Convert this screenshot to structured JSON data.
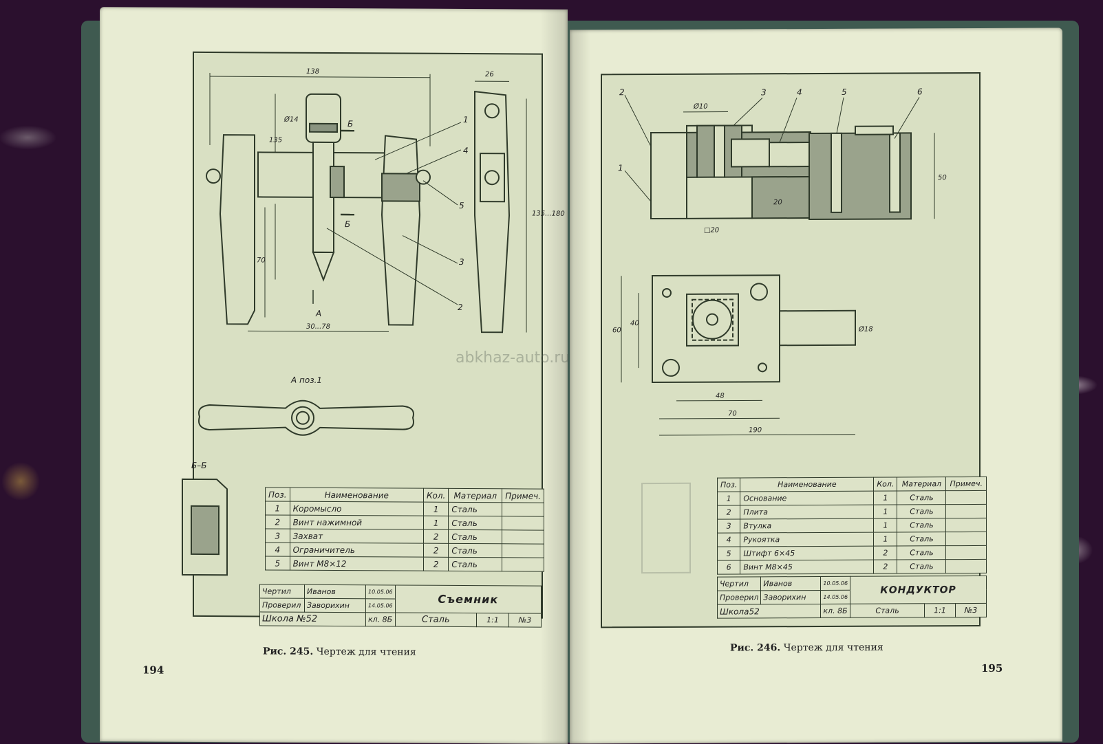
{
  "watermark": "abkhaz-auto.ru",
  "left_page": {
    "page_number": "194",
    "caption_prefix": "Рис. 245.",
    "caption_text": "Чертеж для чтения",
    "drawing": {
      "dims": [
        "138",
        "26",
        "Ø14",
        "135",
        "70",
        "30...78",
        "135...180"
      ],
      "callouts": [
        "1",
        "2",
        "3",
        "4",
        "5"
      ],
      "section_marks": [
        "Б",
        "Б",
        "А"
      ],
      "view_labels": [
        "А поз.1",
        "Б–Б"
      ]
    },
    "spec_header": [
      "Поз.",
      "Наименование",
      "Кол.",
      "Материал",
      "Примеч."
    ],
    "spec_rows": [
      [
        "1",
        "Коромысло",
        "1",
        "Сталь",
        ""
      ],
      [
        "2",
        "Винт нажимной",
        "1",
        "Сталь",
        ""
      ],
      [
        "3",
        "Захват",
        "2",
        "Сталь",
        ""
      ],
      [
        "4",
        "Ограничитель",
        "2",
        "Сталь",
        ""
      ],
      [
        "5",
        "Винт М8×12",
        "2",
        "Сталь",
        ""
      ]
    ],
    "title_block": {
      "drew_label": "Чертил",
      "drew_name": "Иванов",
      "drew_date": "10.05.06",
      "checked_label": "Проверил",
      "checked_name": "Заворихин",
      "checked_date": "14.05.06",
      "title": "Съемник",
      "school": "Школа №52",
      "grade": "кл. 8Б",
      "material": "Сталь",
      "scale": "1:1",
      "number": "№3"
    }
  },
  "right_page": {
    "page_number": "195",
    "caption_prefix": "Рис. 246.",
    "caption_text": "Чертеж для чтения",
    "drawing": {
      "dims": [
        "Ø10",
        "20",
        "□20",
        "50",
        "60",
        "40",
        "Ø18",
        "48",
        "70",
        "190"
      ],
      "callouts": [
        "1",
        "2",
        "3",
        "4",
        "5",
        "6"
      ]
    },
    "spec_header": [
      "Поз.",
      "Наименование",
      "Кол.",
      "Материал",
      "Примеч."
    ],
    "spec_rows": [
      [
        "1",
        "Основание",
        "1",
        "Сталь",
        ""
      ],
      [
        "2",
        "Плита",
        "1",
        "Сталь",
        ""
      ],
      [
        "3",
        "Втулка",
        "1",
        "Сталь",
        ""
      ],
      [
        "4",
        "Рукоятка",
        "1",
        "Сталь",
        ""
      ],
      [
        "5",
        "Штифт 6×45",
        "2",
        "Сталь",
        ""
      ],
      [
        "6",
        "Винт М8×45",
        "2",
        "Сталь",
        ""
      ]
    ],
    "title_block": {
      "drew_label": "Чертил",
      "drew_name": "Иванов",
      "drew_date": "10.05.06",
      "checked_label": "Проверил",
      "checked_name": "Заворихин",
      "checked_date": "14.05.06",
      "title": "КОНДУКТОР",
      "school": "Школа52",
      "grade": "кл. 8Б",
      "material": "Сталь",
      "scale": "1:1",
      "number": "№3"
    }
  }
}
